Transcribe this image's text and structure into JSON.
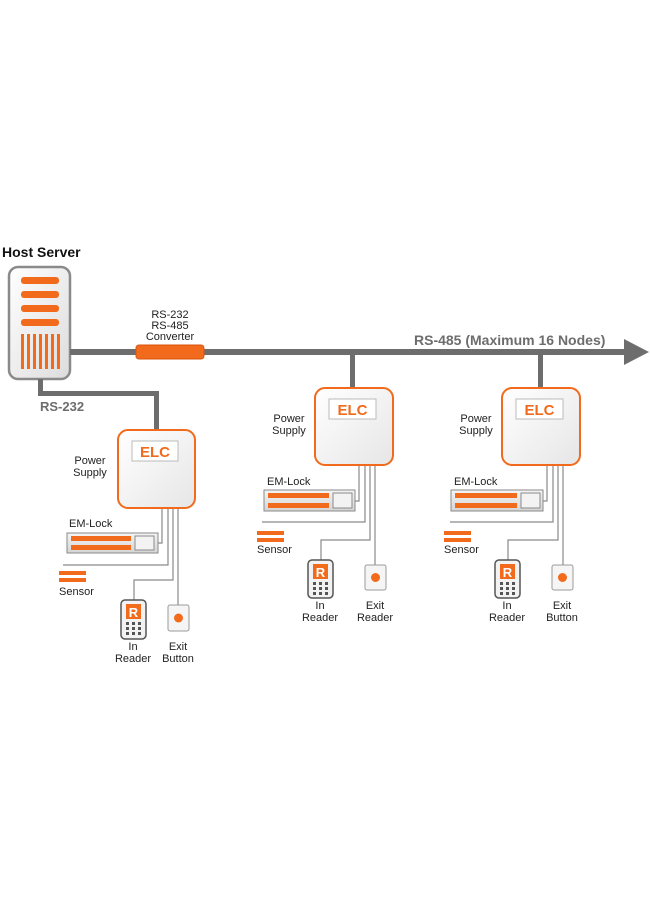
{
  "host_server": {
    "title": "Host Server"
  },
  "main_bus": {
    "label": "RS-485 (Maximum 16 Nodes)"
  },
  "converter": {
    "line1": "RS-232",
    "line2": "RS-485",
    "line3": "Converter"
  },
  "rs232_link": {
    "label": "RS-232"
  },
  "nodes": [
    {
      "elc_label": "ELC",
      "power_line1": "Power",
      "power_line2": "Supply",
      "lock_label": "EM-Lock",
      "sensor_label": "Sensor",
      "reader_glyph": "R",
      "reader_line1": "In",
      "reader_line2": "Reader",
      "device2_line1": "Exit",
      "device2_line2": "Button"
    },
    {
      "elc_label": "ELC",
      "power_line1": "Power",
      "power_line2": "Supply",
      "lock_label": "EM-Lock",
      "sensor_label": "Sensor",
      "reader_glyph": "R",
      "reader_line1": "In",
      "reader_line2": "Reader",
      "device2_line1": "Exit",
      "device2_line2": "Reader"
    },
    {
      "elc_label": "ELC",
      "power_line1": "Power",
      "power_line2": "Supply",
      "lock_label": "EM-Lock",
      "sensor_label": "Sensor",
      "reader_glyph": "R",
      "reader_line1": "In",
      "reader_line2": "Reader",
      "device2_line1": "Exit",
      "device2_line2": "Button"
    }
  ],
  "colors": {
    "accent": "#f26a1b",
    "bus": "#6d6d6d",
    "wire": "#8a8a8a"
  }
}
